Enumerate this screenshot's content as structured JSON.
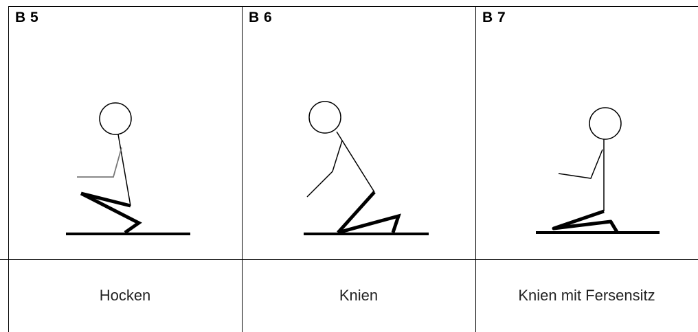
{
  "cells": [
    {
      "label": "B 5",
      "caption": "Hocken"
    },
    {
      "label": "B 6",
      "caption": "Knien"
    },
    {
      "label": "B 7",
      "caption": "Knien mit Fersensitz"
    }
  ]
}
